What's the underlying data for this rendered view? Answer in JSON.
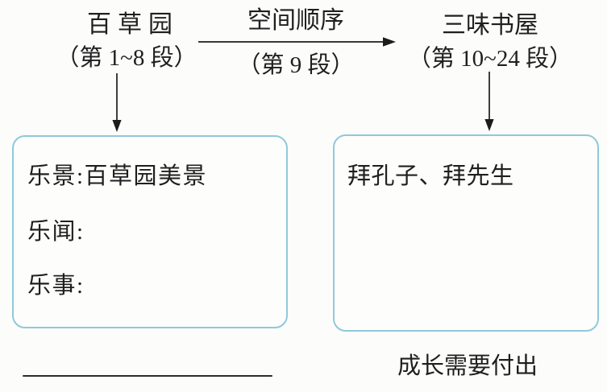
{
  "flow": {
    "left_node": {
      "title": "百草园",
      "range": "（第 1~8 段）"
    },
    "transition": {
      "label": "空间顺序",
      "range": "（第 9 段）"
    },
    "right_node": {
      "title": "三味书屋",
      "range": "（第 10~24 段）"
    }
  },
  "boxes": {
    "left": {
      "lines": [
        "乐景:百草园美景",
        "乐闻:",
        "乐事:"
      ]
    },
    "right": {
      "lines": [
        "拜孔子、拜先生"
      ]
    }
  },
  "footer": {
    "caption": "成长需要付出"
  },
  "icons": {
    "horizontal_arrow": "arrow-right-icon",
    "vertical_arrows": "arrow-down-icon"
  },
  "colors": {
    "background": "#fcfcfb",
    "text": "#1f1f1f",
    "box_border": "#8fc9da",
    "arrow": "#1c1c1c"
  }
}
